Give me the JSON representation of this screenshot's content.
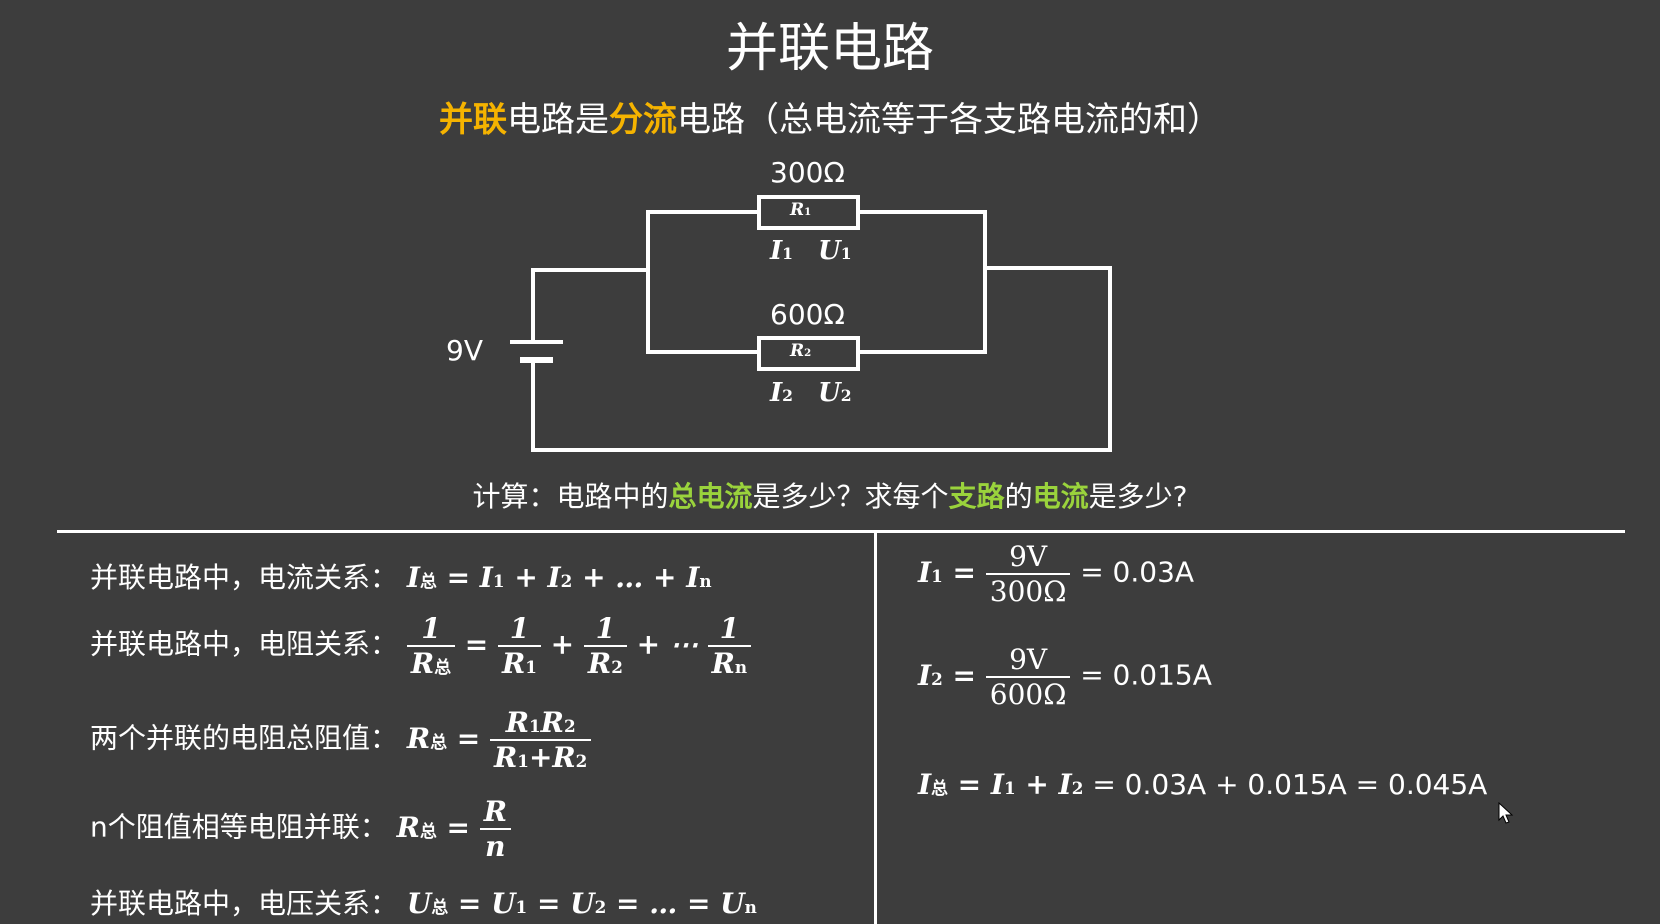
{
  "title": "并联电路",
  "subtitle": {
    "p1": "并联",
    "p2": "电路是",
    "p3": "分流",
    "p4": "电路（总电流等于各支路电流的和）"
  },
  "circuit": {
    "r1_value": "300Ω",
    "r2_value": "600Ω",
    "r1_label": "R",
    "r1_sub": "1",
    "r2_label": "R",
    "r2_sub": "2",
    "i1": "I",
    "i1_sub": "1",
    "u1": "U",
    "u1_sub": "1",
    "i2": "I",
    "i2_sub": "2",
    "u2": "U",
    "u2_sub": "2",
    "voltage": "9V"
  },
  "question": {
    "q1": "计算：电路中的",
    "q2": "总电流",
    "q3": "是多少？求每个",
    "q4": "支路",
    "q5": "的",
    "q6": "电流",
    "q7": "是多少?"
  },
  "left": {
    "current_rel_label": "并联电路中，电流关系：",
    "resistance_rel_label": "并联电路中，电阻关系：",
    "two_resistor_label": "两个并联的电阻总阻值：",
    "equal_resistor_label": "n个阻值相等电阻并联：",
    "voltage_rel_label": "并联电路中，电压关系："
  },
  "right": {
    "i1_num": "9V",
    "i1_den": "300Ω",
    "i1_result": "= 0.03A",
    "i2_num": "9V",
    "i2_den": "600Ω",
    "i2_result": "= 0.015A",
    "itotal_result": "=  0.03A + 0.015A  =  0.045A"
  },
  "colors": {
    "background": "#3d3d3d",
    "highlight_yellow": "#f5b300",
    "highlight_green": "#9ad33c"
  }
}
